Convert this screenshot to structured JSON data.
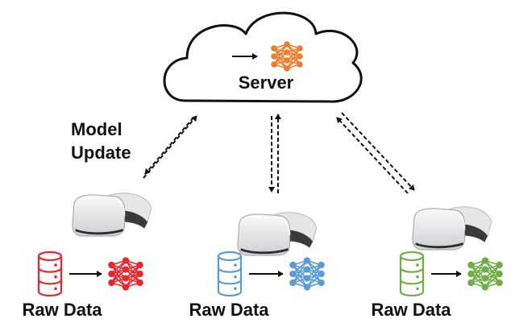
{
  "server": {
    "label": "Server"
  },
  "link": {
    "label_line1": "Model",
    "label_line2": "Update"
  },
  "clients": [
    {
      "label": "Raw Data",
      "color": "#e8262b"
    },
    {
      "label": "Raw Data",
      "color": "#5b9bd5"
    },
    {
      "label": "Raw Data",
      "color": "#70ad47"
    }
  ],
  "server_model_color": "#ed7d31",
  "icons": [
    "cloud-icon",
    "vr-headset-icon",
    "database-icon",
    "neural-network-icon",
    "arrow-icon"
  ]
}
